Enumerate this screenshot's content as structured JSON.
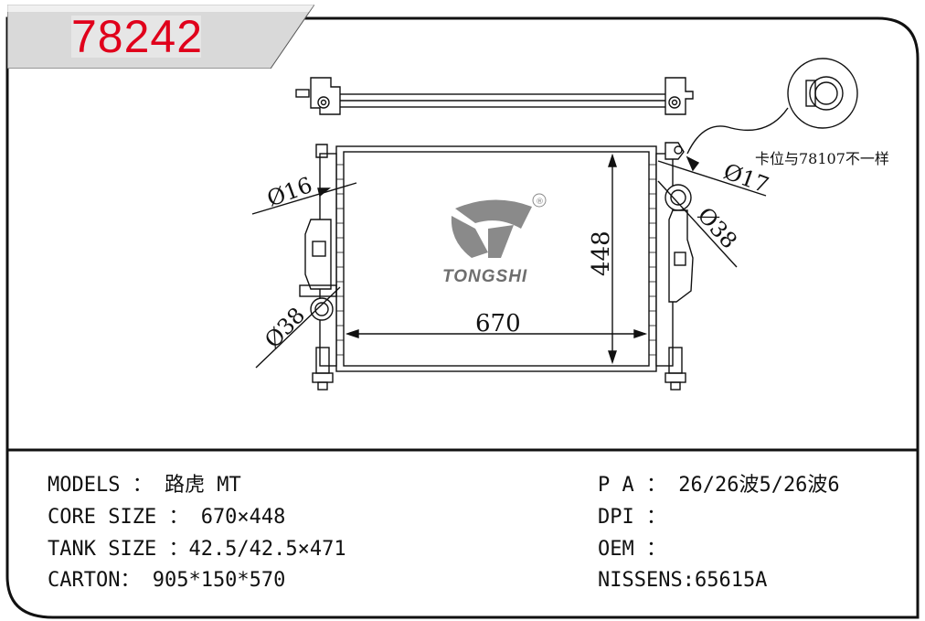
{
  "header": {
    "part_number": "78242"
  },
  "drawing": {
    "dim_width": "670",
    "dim_height": "448",
    "dim_inlet_left": "Ø16",
    "dim_outlet_left": "Ø38",
    "dim_cap": "Ø17",
    "dim_outlet_right": "Ø38",
    "note": "卡位与78107不一样",
    "brand": "TONGSHI",
    "registered_mark": "®"
  },
  "specs": {
    "left": [
      "MODELS ： 路虎 MT",
      "CORE SIZE ： 670×448",
      "TANK SIZE ：42.5/42.5×471",
      "CARTON： 905*150*570"
    ],
    "right": [
      "P A ： 26/26波5/26波6",
      "DPI ：",
      "OEM ：",
      "NISSENS:65615A"
    ]
  },
  "colors": {
    "accent_red": "#e0001b",
    "badge_gray": "#d9d9d9",
    "line": "#111111",
    "logo_gray": "#8a8a8a"
  }
}
